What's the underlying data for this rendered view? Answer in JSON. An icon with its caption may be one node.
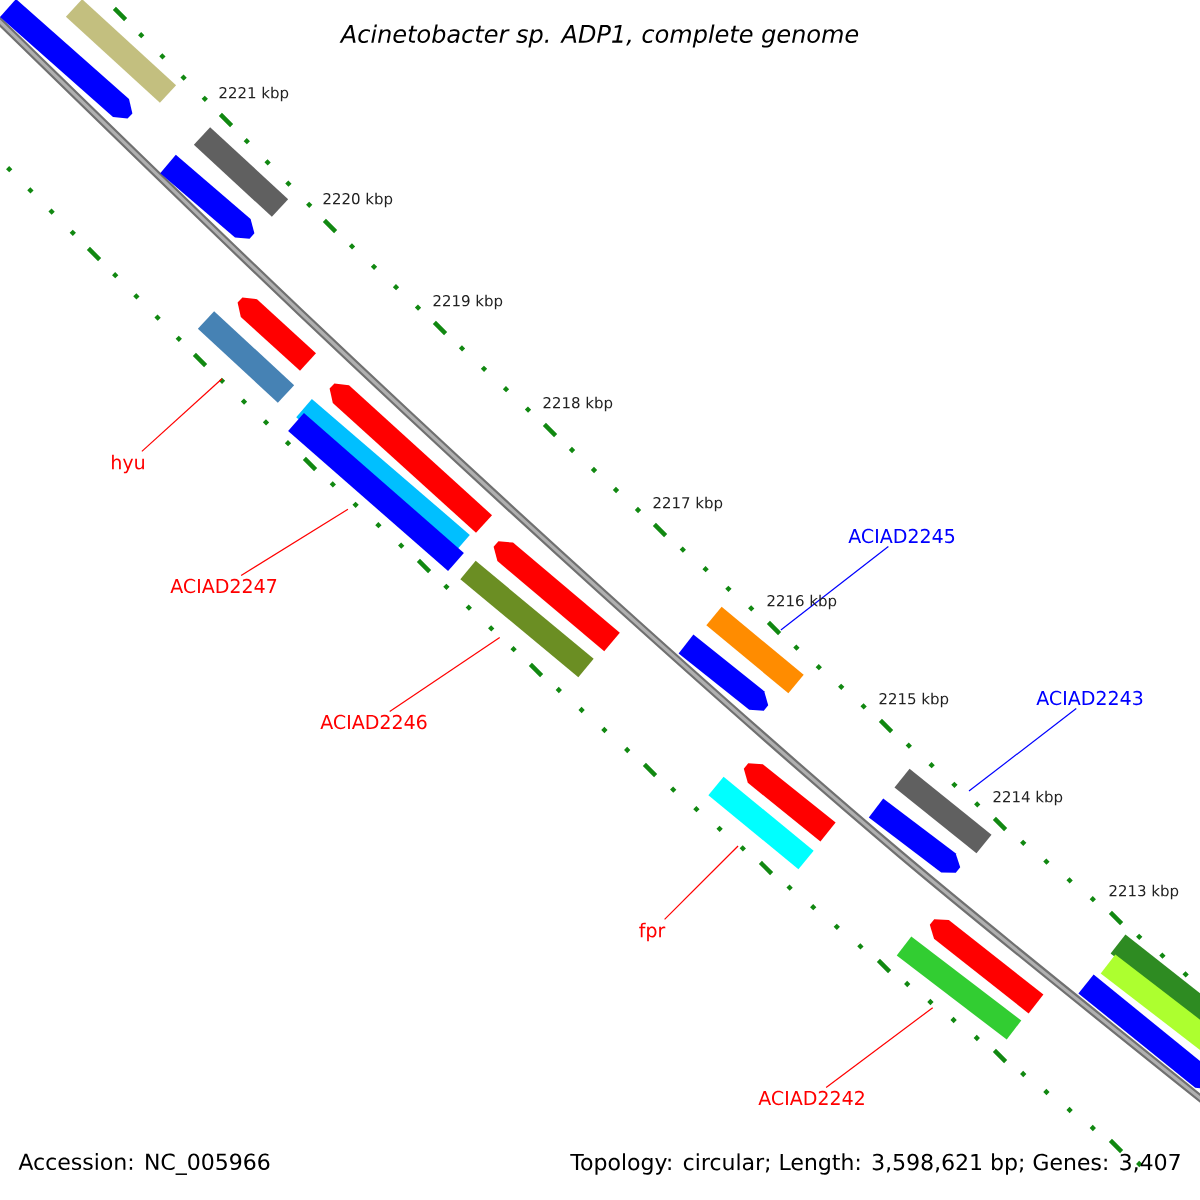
{
  "diagram": {
    "title": "Acinetobacter sp. ADP1, complete genome",
    "nodes": [
      {
        "text": [
          "hyu"
        ]
      },
      {
        "text": [
          "ACIAD2247"
        ]
      },
      {
        "text": [
          "ACIAD2246"
        ]
      },
      {
        "text": [
          "fpr"
        ]
      },
      {
        "text": [
          "ACIAD2242"
        ]
      },
      {
        "text": [
          "ACIAD2245"
        ]
      },
      {
        "text": [
          "ACIAD2243"
        ]
      },
      {
        "text": [],
        "shape": "bar"
      },
      {
        "text": [],
        "shape": "arrow"
      },
      {
        "text": [],
        "shape": "bar"
      },
      {
        "text": [],
        "shape": "arrow"
      },
      {
        "text": [],
        "shape": "arrow"
      },
      {
        "text": [],
        "shape": "bar"
      },
      {
        "text": [],
        "shape": "bar"
      },
      {
        "text": [],
        "shape": "arrow"
      },
      {
        "text": [],
        "shape": "bar"
      },
      {
        "text": [],
        "shape": "arrow"
      },
      {
        "text": [],
        "shape": "bar"
      },
      {
        "text": [],
        "shape": "bar"
      },
      {
        "text": [],
        "shape": "arrow"
      },
      {
        "text": [],
        "shape": "arrow"
      },
      {
        "text": [],
        "shape": "bar"
      },
      {
        "text": [],
        "shape": "bar"
      },
      {
        "text": [],
        "shape": "arrow"
      },
      {
        "text": [],
        "shape": "arrow"
      },
      {
        "text": [],
        "shape": "bar"
      },
      {
        "text": [],
        "shape": "bar"
      },
      {
        "text": [],
        "shape": "bar"
      },
      {
        "text": [],
        "shape": "arrow"
      }
    ],
    "edges": [
      {
        "from": 0,
        "to": 12,
        "arrow": "none"
      },
      {
        "from": 1,
        "to": 15,
        "arrow": "none"
      },
      {
        "from": 2,
        "to": 17,
        "arrow": "none"
      },
      {
        "from": 3,
        "to": 21,
        "arrow": "none"
      },
      {
        "from": 4,
        "to": 25,
        "arrow": "none"
      },
      {
        "from": 5,
        "to": 18,
        "arrow": "none",
        "color": "#0000ff"
      },
      {
        "from": 6,
        "to": 22,
        "arrow": "none",
        "color": "#0000ff"
      }
    ],
    "labels": [
      "2221 kbp",
      "2220 kbp",
      "2219 kbp",
      "2218 kbp",
      "2217 kbp",
      "2216 kbp",
      "2215 kbp",
      "2214 kbp",
      "2213 kbp",
      "Accession: NC_005966",
      "Topology: circular; Length: 3,598,621 bp; Genes: 3,407"
    ]
  }
}
